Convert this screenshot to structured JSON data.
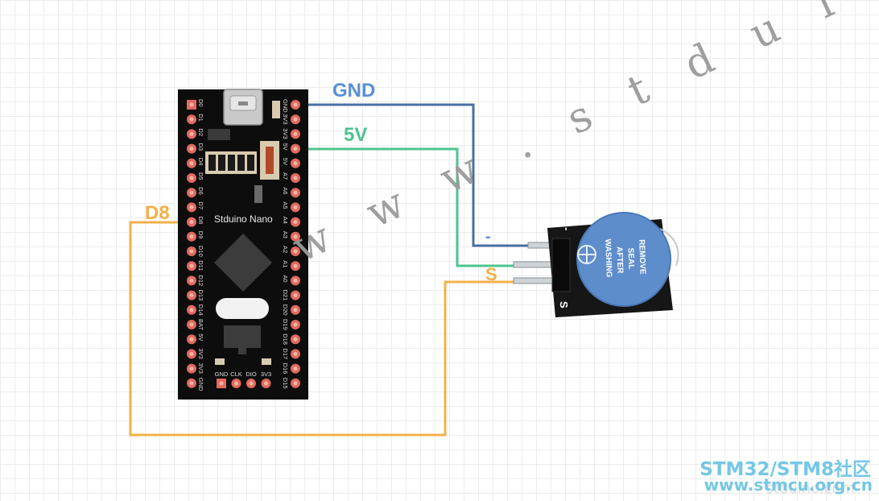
{
  "board": {
    "title": "Stduino Nano",
    "right_pins": [
      "GND",
      "3V3",
      "3V3",
      "5V",
      "5V",
      "A7",
      "A6",
      "A5",
      "A4",
      "A3",
      "A2",
      "A1",
      "A0",
      "D21",
      "D20",
      "D19",
      "D18",
      "D17",
      "D16",
      "D15"
    ],
    "left_pins": [
      "D0",
      "D1",
      "D2",
      "D3",
      "D4",
      "D5",
      "D6",
      "D7",
      "D8",
      "D9",
      "D10",
      "D11",
      "D12",
      "D13",
      "D14",
      "BAT",
      "5V",
      "3V3",
      "3V3",
      "GND"
    ],
    "bottom_pins": [
      "GND",
      "CLK",
      "DIO",
      "3V3"
    ]
  },
  "wires": {
    "gnd": {
      "label": "GND",
      "color": "#4a6fa5",
      "label_color": "#5b8fd6"
    },
    "v5": {
      "label": "5V",
      "color": "#4cc48d",
      "label_color": "#4cc48d"
    },
    "d8": {
      "label": "D8",
      "color": "#f5b04a",
      "label_color": "#f5b04a"
    }
  },
  "module": {
    "minus_label": "-",
    "signal_label": "S",
    "pin_label_minus": "-",
    "pin_label_s": "S",
    "sticker_lines": [
      "REMOVE",
      "SEAL",
      "AFTER",
      "WASHING"
    ]
  },
  "watermark": {
    "text": "w w w . s t d u i n o . c o m",
    "community": "STM32/STM8社区",
    "community_url": "www.stmcu.org.cn",
    "site_url": "stduino.com"
  }
}
